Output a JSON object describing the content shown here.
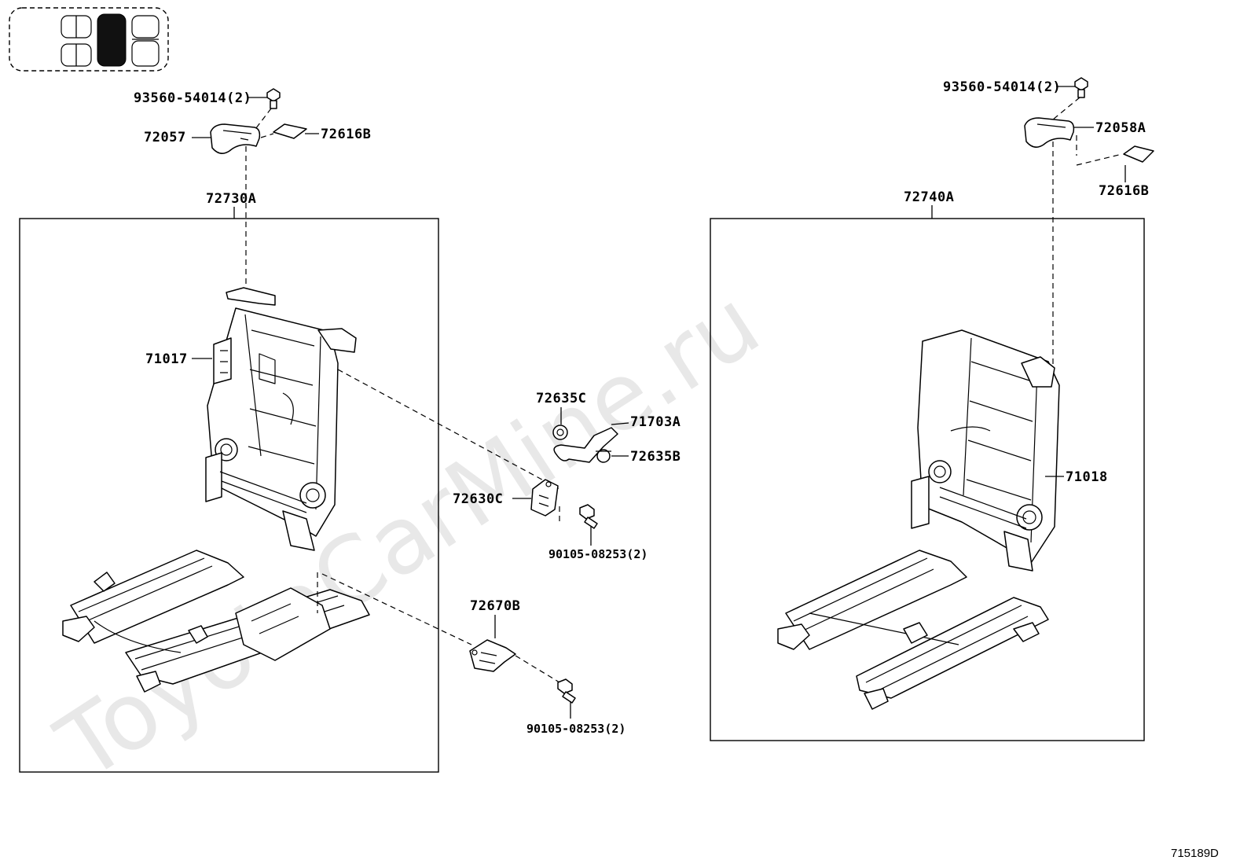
{
  "watermark": "ToyotaCarMine.ru",
  "diagram_id": "715189D",
  "labels": {
    "bolt_left": "93560-54014(2)",
    "cover_left": "72057",
    "pad_left": "72616B",
    "assy_left": "72730A",
    "frame_left": "71017",
    "bolt_right": "93560-54014(2)",
    "cover_right": "72058A",
    "pad_right": "72616B",
    "assy_right": "72740A",
    "frame_right": "71018",
    "cap_c": "72635C",
    "strap": "71703A",
    "cap_b": "72635B",
    "bracket_c": "72630C",
    "bolt_mid1": "90105-08253(2)",
    "bracket_b": "72670B",
    "bolt_mid2": "90105-08253(2)"
  }
}
